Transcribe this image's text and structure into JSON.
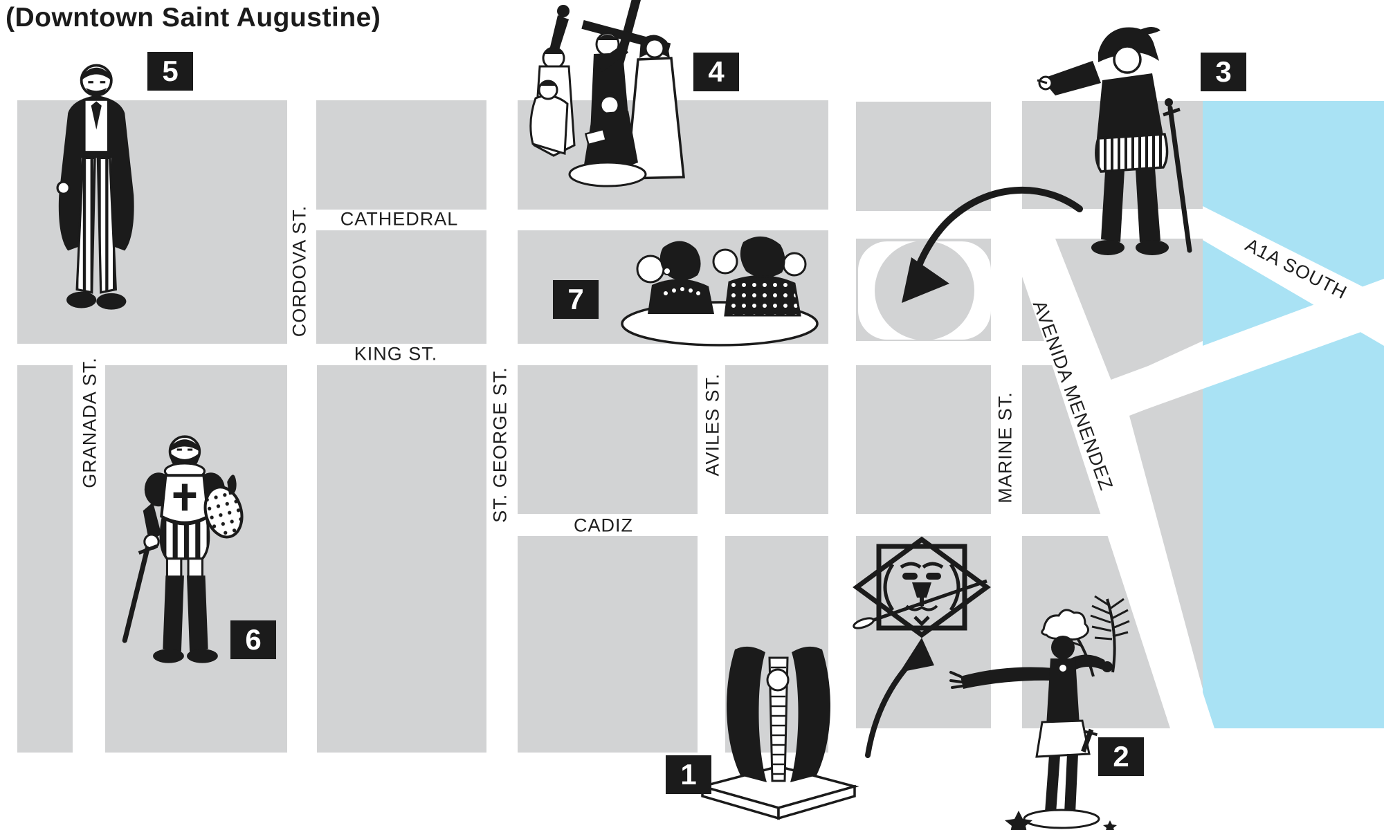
{
  "title": "(Downtown Saint Augustine)",
  "map": {
    "streets": {
      "cathedral": "CATHEDRAL",
      "king": "KING ST.",
      "cadiz": "CADIZ",
      "cordova": "CORDOVA ST.",
      "granada": "GRANADA ST.",
      "st_george": "ST. GEORGE ST.",
      "aviles": "AVILES ST.",
      "marine": "MARINE ST.",
      "avenida_menendez": "AVENIDA MENENDEZ",
      "a1a_south": "A1A SOUTH"
    },
    "markers": [
      {
        "number": "1",
        "icon": "abstract-sculpture-icon"
      },
      {
        "number": "2",
        "icon": "native-statue-icon"
      },
      {
        "number": "3",
        "icon": "pointing-conquistador-statue-icon"
      },
      {
        "number": "4",
        "icon": "missionaries-with-cross-icon"
      },
      {
        "number": "5",
        "icon": "frock-coat-man-statue-icon"
      },
      {
        "number": "6",
        "icon": "conquistador-with-shield-statue-icon"
      },
      {
        "number": "7",
        "icon": "women-at-table-icon"
      }
    ],
    "other_icons": [
      "bridge-of-lions-emblem-icon",
      "curved-route-arrow-icon",
      "swoosh-arrow-icon",
      "roundabout"
    ],
    "colors": {
      "block": "#d2d3d4",
      "water": "#a9e2f4",
      "road": "#ffffff",
      "ink": "#1b1b1b"
    }
  }
}
